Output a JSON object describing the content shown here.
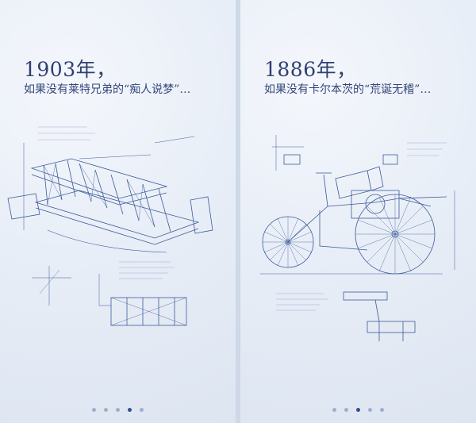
{
  "slides": [
    {
      "year": "1903年，",
      "caption": "如果没有莱特兄弟的“痴人说梦”…",
      "dots": [
        false,
        false,
        false,
        true,
        false
      ]
    },
    {
      "year": "1886年，",
      "caption": "如果没有卡尔本茨的“荒诞无稽”…",
      "dots": [
        false,
        false,
        true,
        false,
        false
      ]
    }
  ],
  "colors": {
    "ink": "#3d5a99",
    "inkLight": "#7f95c2",
    "accent": "#2f4f8f"
  }
}
